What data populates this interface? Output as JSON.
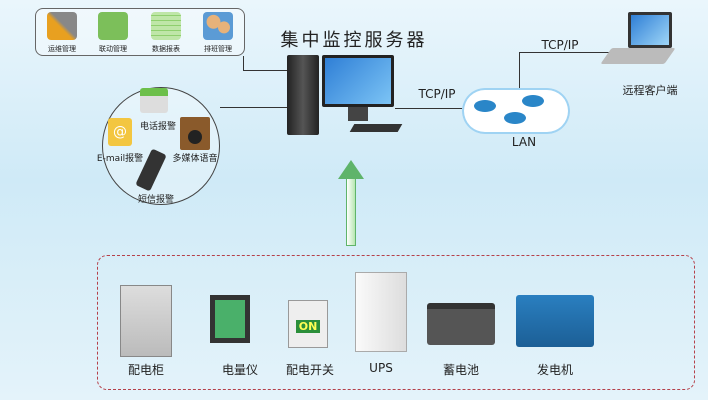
{
  "title": "集中监控服务器",
  "tools": [
    {
      "label": "运维管理",
      "icon": "wrench-icon",
      "color": "#e8a020"
    },
    {
      "label": "联动管理",
      "icon": "folder-gear-icon",
      "color": "#7cbf5a"
    },
    {
      "label": "数据报表",
      "icon": "spreadsheet-icon",
      "color": "#8fcf6e"
    },
    {
      "label": "排班管理",
      "icon": "users-icon",
      "color": "#5b9bd5"
    }
  ],
  "alarms": {
    "phone": "电话报警",
    "email": "E-mail报警",
    "speaker": "多媒体语音",
    "sms": "短信报警"
  },
  "network": {
    "tcp1": "TCP/IP",
    "tcp2": "TCP/IP",
    "lan": "LAN",
    "client": "远程客户端"
  },
  "devices": [
    {
      "label": "配电柜"
    },
    {
      "label": "电量仪"
    },
    {
      "label": "配电开关",
      "badge": "ON"
    },
    {
      "label": "UPS"
    },
    {
      "label": "蓄电池"
    },
    {
      "label": "发电机"
    }
  ]
}
